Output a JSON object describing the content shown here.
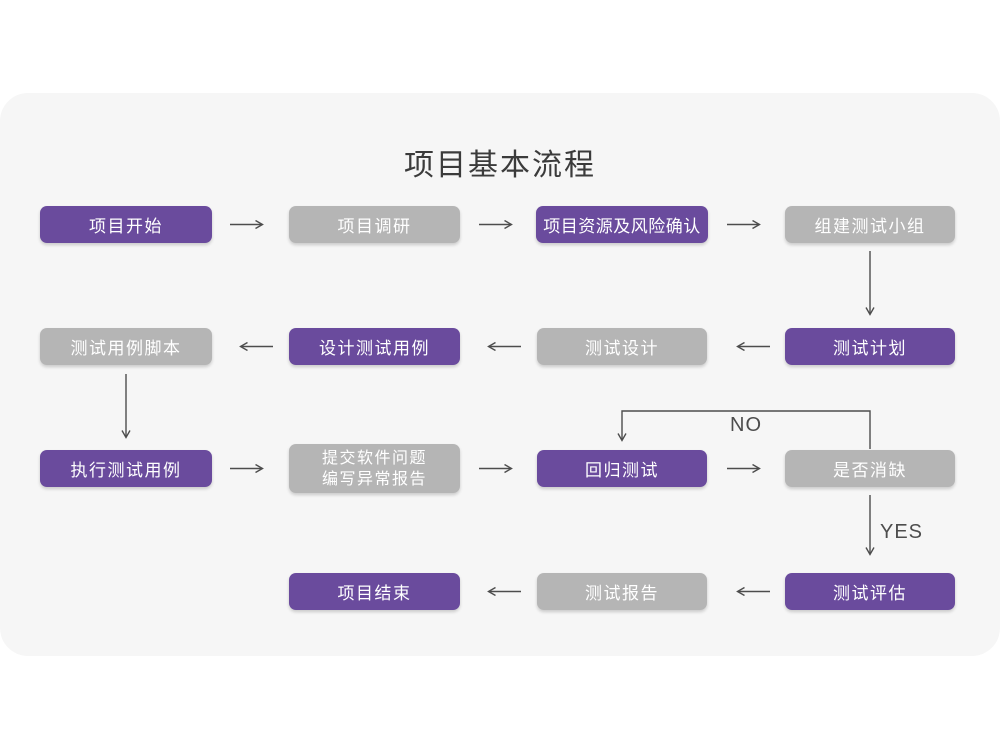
{
  "title": "项目基本流程",
  "colors": {
    "page_bg": "#ffffff",
    "card_bg": "#f6f6f6",
    "purple": "#6a4b9d",
    "gray": "#b5b5b5",
    "node_text": "#ffffff",
    "arrow": "#4d4d4d",
    "title_text": "#3b3b3b"
  },
  "diagram_type": "flowchart",
  "nodes": [
    {
      "id": "project-start",
      "label": "项目开始",
      "variant": "purple"
    },
    {
      "id": "project-research",
      "label": "项目调研",
      "variant": "gray"
    },
    {
      "id": "resource-risk-confirm",
      "label": "项目资源及风险确认",
      "variant": "purple"
    },
    {
      "id": "form-test-team",
      "label": "组建测试小组",
      "variant": "gray"
    },
    {
      "id": "test-plan",
      "label": "测试计划",
      "variant": "purple"
    },
    {
      "id": "test-design",
      "label": "测试设计",
      "variant": "gray"
    },
    {
      "id": "design-test-cases",
      "label": "设计测试用例",
      "variant": "purple"
    },
    {
      "id": "test-case-script",
      "label": "测试用例脚本",
      "variant": "gray"
    },
    {
      "id": "execute-test-cases",
      "label": "执行测试用例",
      "variant": "purple"
    },
    {
      "id": "submit-issue-report",
      "lines": [
        "提交软件问题",
        "编写异常报告"
      ],
      "variant": "gray"
    },
    {
      "id": "regression-test",
      "label": "回归测试",
      "variant": "purple"
    },
    {
      "id": "defect-cleared",
      "label": "是否消缺",
      "variant": "gray"
    },
    {
      "id": "test-evaluation",
      "label": "测试评估",
      "variant": "purple"
    },
    {
      "id": "test-report",
      "label": "测试报告",
      "variant": "gray"
    },
    {
      "id": "project-end",
      "label": "项目结束",
      "variant": "purple"
    }
  ],
  "edges": [
    {
      "from": "project-start",
      "to": "project-research"
    },
    {
      "from": "project-research",
      "to": "resource-risk-confirm"
    },
    {
      "from": "resource-risk-confirm",
      "to": "form-test-team"
    },
    {
      "from": "form-test-team",
      "to": "test-plan"
    },
    {
      "from": "test-plan",
      "to": "test-design"
    },
    {
      "from": "test-design",
      "to": "design-test-cases"
    },
    {
      "from": "design-test-cases",
      "to": "test-case-script"
    },
    {
      "from": "test-case-script",
      "to": "execute-test-cases"
    },
    {
      "from": "execute-test-cases",
      "to": "submit-issue-report"
    },
    {
      "from": "submit-issue-report",
      "to": "regression-test"
    },
    {
      "from": "regression-test",
      "to": "defect-cleared"
    },
    {
      "from": "defect-cleared",
      "to": "regression-test",
      "label": "NO"
    },
    {
      "from": "defect-cleared",
      "to": "test-evaluation",
      "label": "YES"
    },
    {
      "from": "test-evaluation",
      "to": "test-report"
    },
    {
      "from": "test-report",
      "to": "project-end"
    }
  ]
}
